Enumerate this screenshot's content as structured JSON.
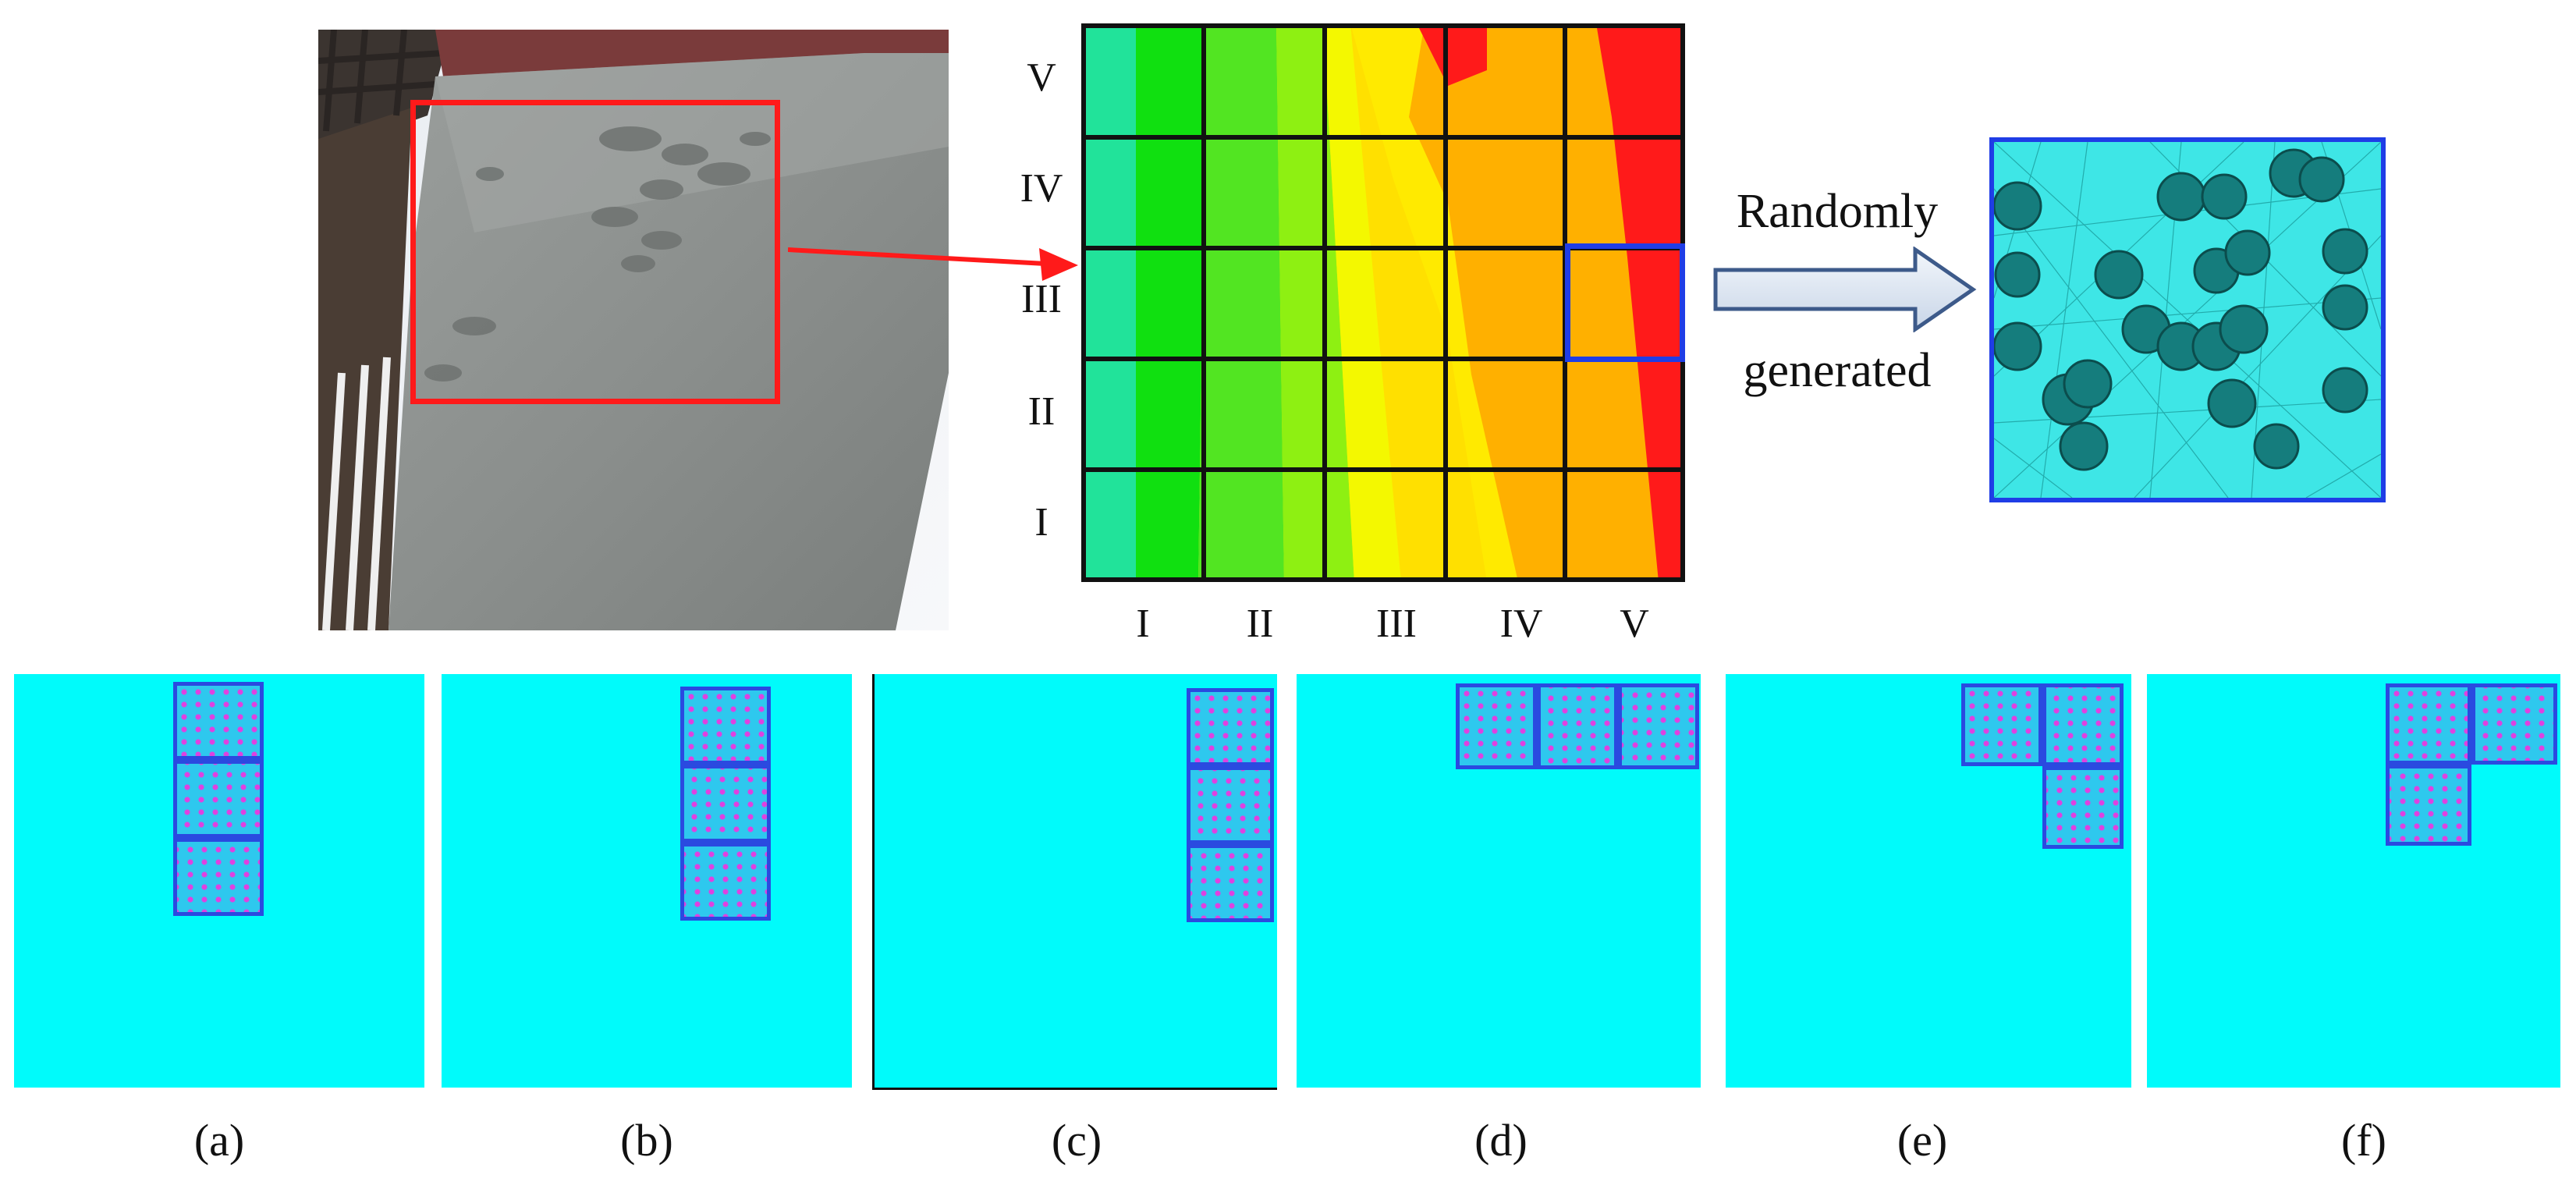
{
  "zone_map": {
    "row_labels": [
      "V",
      "IV",
      "III",
      "II",
      "I"
    ],
    "col_labels": [
      "I",
      "II",
      "III",
      "IV",
      "V"
    ]
  },
  "arrow_text": {
    "line1": "Randomly",
    "line2": "generated"
  },
  "panels": [
    {
      "id": "a",
      "caption": "(a)"
    },
    {
      "id": "b",
      "caption": "(b)"
    },
    {
      "id": "c",
      "caption": "(c)"
    },
    {
      "id": "d",
      "caption": "(d)"
    },
    {
      "id": "e",
      "caption": "(e)"
    },
    {
      "id": "f",
      "caption": "(f)"
    }
  ],
  "colors": {
    "highlight_red": "#ff1a1a",
    "highlight_blue": "#1f3de6",
    "panel_cyan": "#00fbfb",
    "particle_magenta": "#e040e0",
    "mesh_cyan": "#36e3e3"
  }
}
